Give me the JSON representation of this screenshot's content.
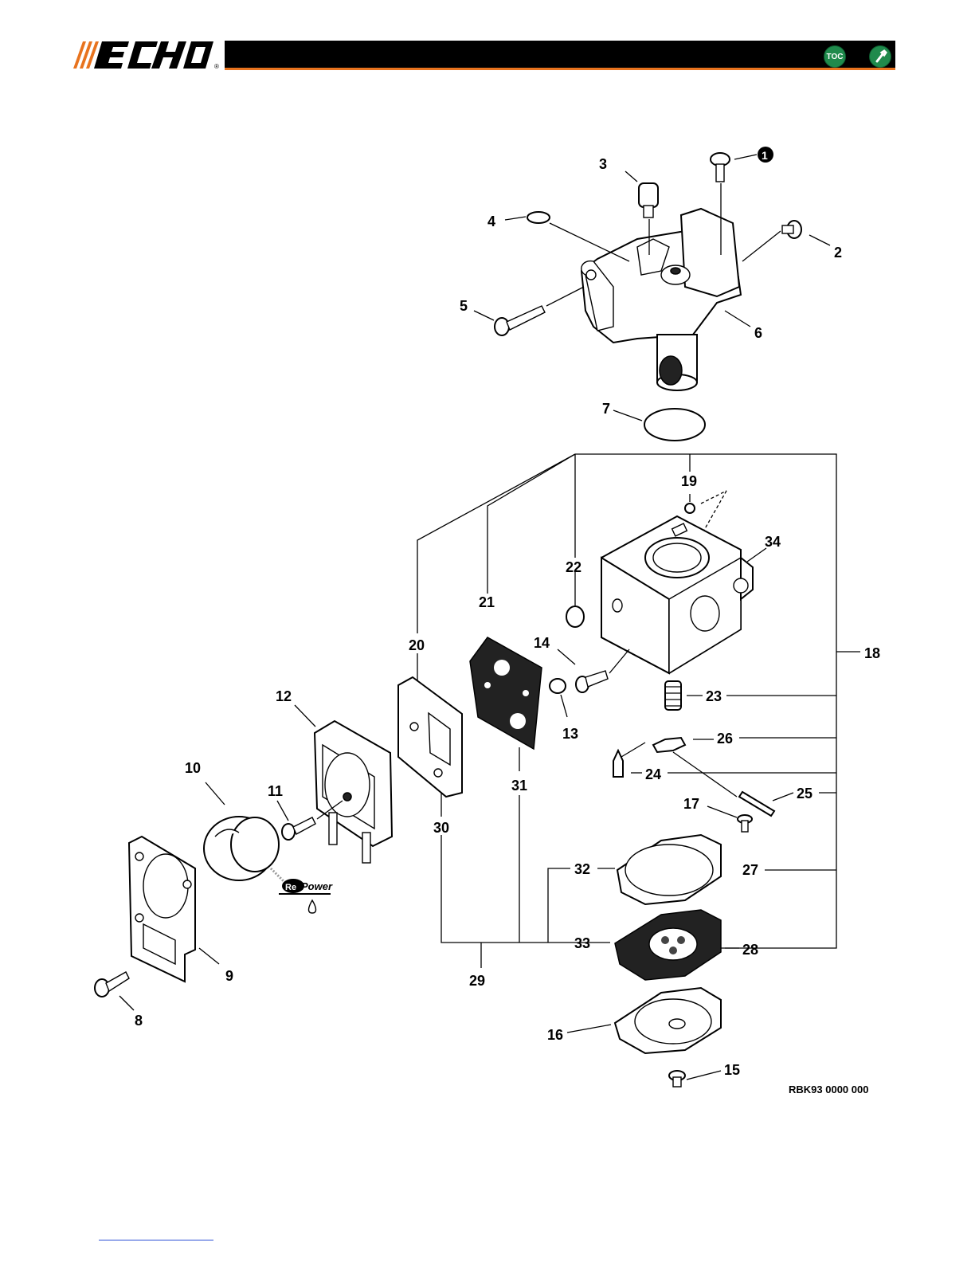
{
  "header": {
    "brand": "ECHO",
    "brand_mark": "®",
    "toc_label": "TOC",
    "toc_icon": "toc-icon",
    "tool_icon": "wrench-icon",
    "accent_color": "#e8731e",
    "button_color": "#1f8a4c"
  },
  "diagram": {
    "reference": "RBK93 0000 000",
    "callouts": [
      "2",
      "3",
      "4",
      "5",
      "6",
      "7",
      "8",
      "9",
      "10",
      "11",
      "12",
      "13",
      "14",
      "15",
      "16",
      "17",
      "18",
      "19",
      "20",
      "21",
      "22",
      "23",
      "24",
      "25",
      "26",
      "27",
      "28",
      "29",
      "30",
      "31",
      "32",
      "33",
      "34"
    ],
    "note_marker": "1",
    "repower_label_a": "Re",
    "repower_label_b": "Power"
  }
}
